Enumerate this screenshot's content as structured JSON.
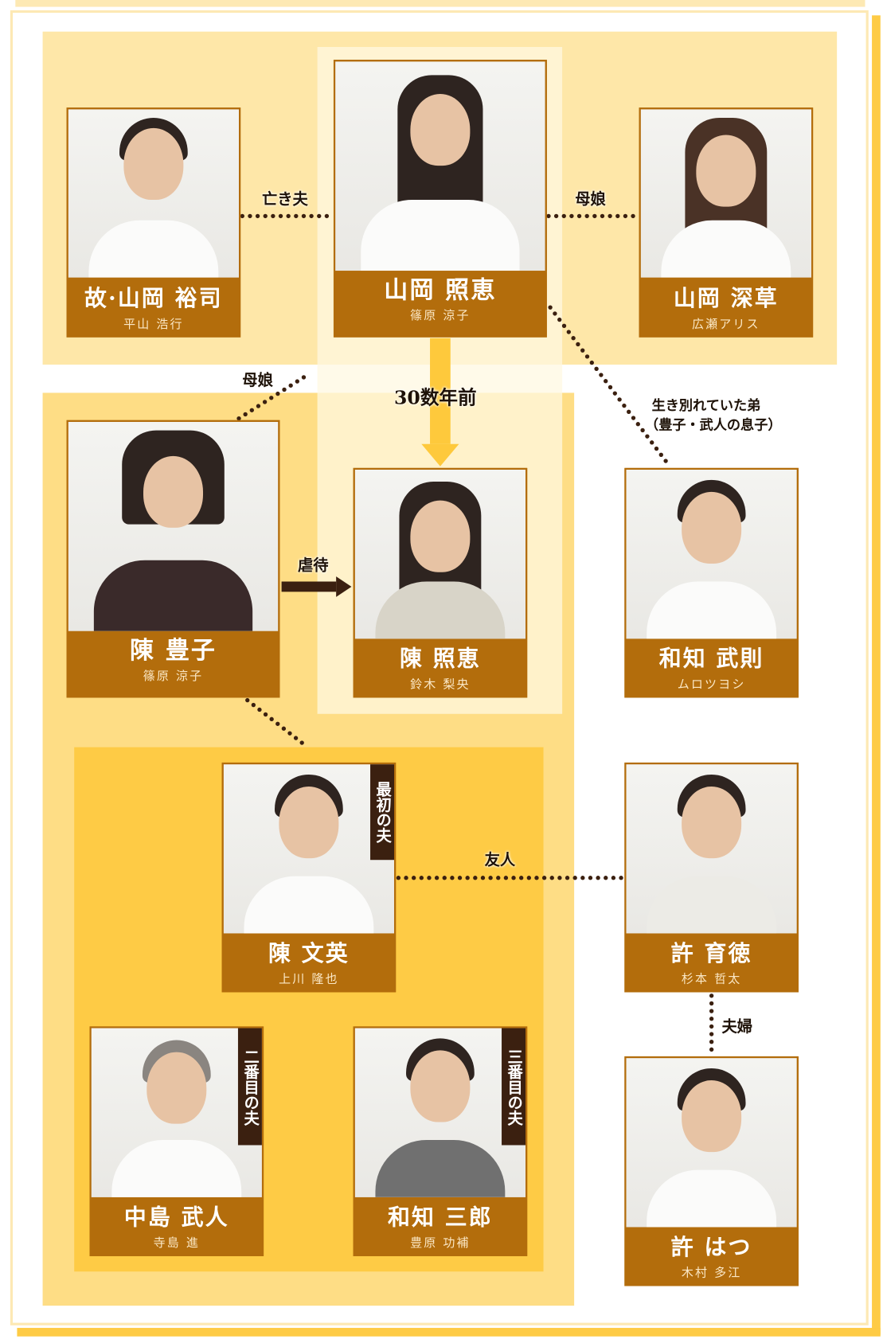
{
  "cards": [
    {
      "name": "故·山岡 裕司",
      "actor": "平山 浩行"
    },
    {
      "name": "山岡 照恵",
      "actor": "篠原 涼子"
    },
    {
      "name": "山岡 深草",
      "actor": "広瀬アリス"
    },
    {
      "name": "陳 豊子",
      "actor": "篠原 涼子"
    },
    {
      "name": "陳 照恵",
      "actor": "鈴木 梨央"
    },
    {
      "name": "和知 武則",
      "actor": "ムロツヨシ"
    },
    {
      "name": "陳 文英",
      "actor": "上川 隆也",
      "tag": "最初の夫"
    },
    {
      "name": "許 育徳",
      "actor": "杉本 哲太"
    },
    {
      "name": "中島 武人",
      "actor": "寺島 進",
      "tag": "二番目の夫"
    },
    {
      "name": "和知 三郎",
      "actor": "豊原 功補",
      "tag": "三番目の夫"
    },
    {
      "name": "許 はつ",
      "actor": "木村 多江"
    }
  ],
  "relations": {
    "late_husband": "亡き夫",
    "mother_daughter_1": "母娘",
    "mother_daughter_2": "母娘",
    "years_ago": "30数年前",
    "brother_line1": "生き別れていた弟",
    "brother_line2": "（豊子・武人の息子）",
    "abuse": "虐待",
    "friend": "友人",
    "married": "夫婦"
  },
  "colors": {
    "card": "#b36d0c",
    "dots": "#3b2010",
    "arrow": "#fec93c"
  }
}
